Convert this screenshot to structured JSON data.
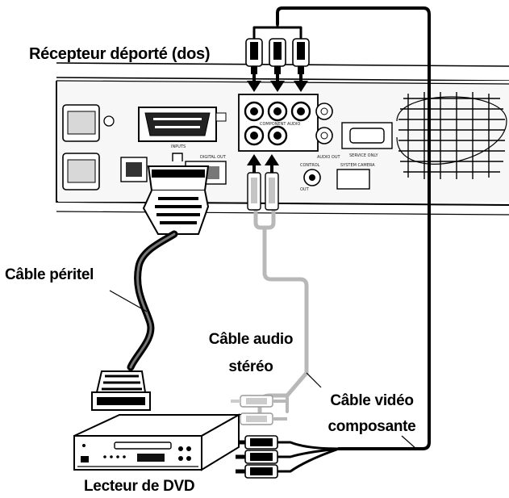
{
  "labels": {
    "receiver": "Récepteur déporté (dos)",
    "scart_cable": "Câble péritel",
    "audio_cable_line1": "Câble audio",
    "audio_cable_line2": "stéréo",
    "video_cable_line1": "Câble vidéo",
    "video_cable_line2": "composante",
    "dvd_player": "Lecteur de DVD"
  },
  "panel_texts": {
    "inputs": "INPUTS",
    "component_audio": "COMPONENT AUDIO",
    "digital_out": "DIGITAL OUT",
    "audio_out": "AUDIO OUT",
    "service_only": "SERVICE ONLY",
    "control": "CONTROL",
    "system_camera": "SYSTEM CAMERA",
    "out": "OUT"
  },
  "colors": {
    "line": "#000000",
    "audio_cable": "#b8b8b8",
    "panel_fill": "#f4f4f4",
    "background": "#ffffff"
  }
}
